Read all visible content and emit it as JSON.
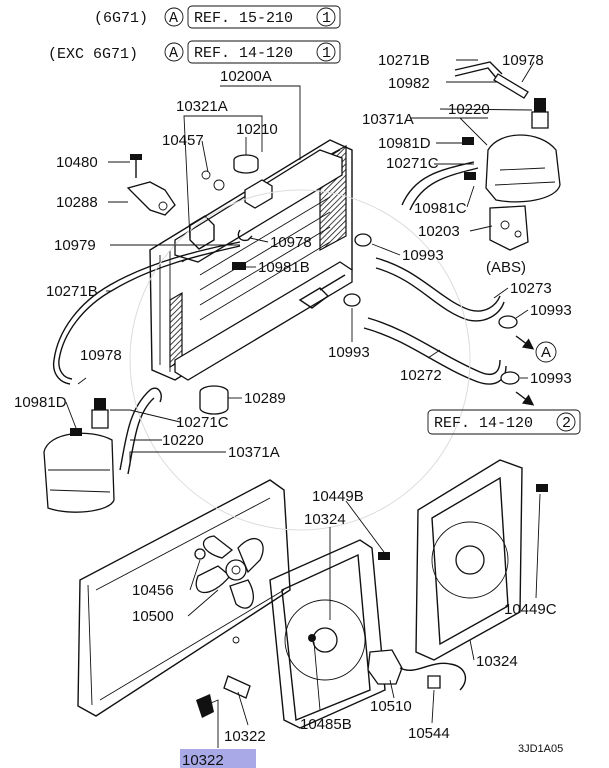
{
  "header": {
    "lines": [
      {
        "cond": "(6G71)",
        "badge": "A",
        "ref": "REF. 15-210",
        "num": "1"
      },
      {
        "cond": "(EXC 6G71)",
        "badge": "A",
        "ref": "REF. 14-120",
        "num": "1"
      }
    ]
  },
  "callouts": {
    "p10271B_top": "10271B",
    "p10978_top": "10978",
    "p10982": "10982",
    "p10200A": "10200A",
    "p10371A_top": "10371A",
    "p10220_top": "10220",
    "p10321A": "10321A",
    "p10981D_top": "10981D",
    "p10457": "10457",
    "p10210": "10210",
    "p10271C_top": "10271C",
    "p10480": "10480",
    "p10288": "10288",
    "p10981C": "10981C",
    "p10203": "10203",
    "abs": "(ABS)",
    "p10978_mid": "10978",
    "p10993_a": "10993",
    "p10979": "10979",
    "p10981B": "10981B",
    "p10273": "10273",
    "p10271B_left": "10271B",
    "p10993_b": "10993",
    "p10993_c": "10993",
    "badgeA": "A",
    "p10272": "10272",
    "p10993_d": "10993",
    "p10978_left": "10978",
    "p10981D_left": "10981D",
    "p10289": "10289",
    "p10271C_bot": "10271C",
    "p10220_bot": "10220",
    "p10371A_bot": "10371A",
    "p10449B": "10449B",
    "p10324_a": "10324",
    "p10456": "10456",
    "p10500": "10500",
    "p10449C": "10449C",
    "p10324_b": "10324",
    "p10510": "10510",
    "p10322_mid": "10322",
    "p10485B": "10485B",
    "p10544": "10544",
    "p10322_sel": "10322"
  },
  "ref_right": {
    "ref": "REF. 14-120",
    "num": "2"
  },
  "diagram_code": "3JD1A05",
  "colors": {
    "highlight": "#a9a9e8",
    "ink": "#111111",
    "background": "#ffffff"
  }
}
